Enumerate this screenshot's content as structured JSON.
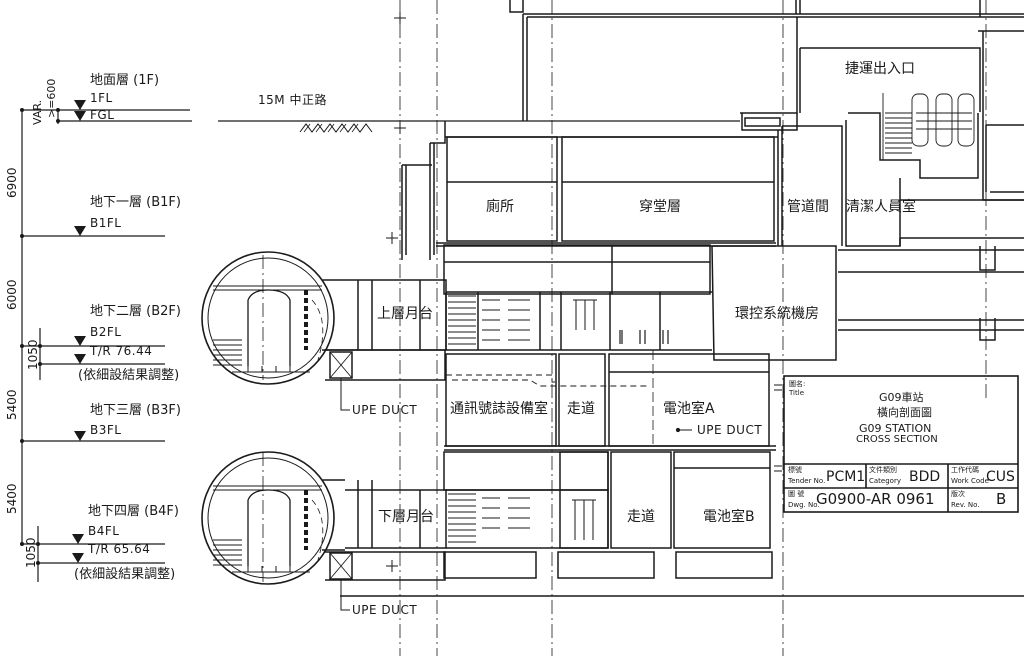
{
  "drawing": {
    "colors": {
      "ink": "#1a1a1a",
      "paper": "#ffffff"
    },
    "street_label": "15M 中正路",
    "levels": [
      {
        "name": "地面層 (1F)",
        "markers": [
          "1FL",
          "FGL"
        ]
      },
      {
        "name": "地下一層 (B1F)",
        "markers": [
          "B1FL"
        ]
      },
      {
        "name": "地下二層 (B2F)",
        "markers": [
          "B2FL",
          "T/R 76.44"
        ],
        "note": "(依細設結果調整)"
      },
      {
        "name": "地下三層 (B3F)",
        "markers": [
          "B3FL"
        ]
      },
      {
        "name": "地下四層 (B4F)",
        "markers": [
          "B4FL",
          "T/R 65.64"
        ],
        "note": "(依細設結果調整)"
      }
    ],
    "dimensions": {
      "var": "VAR.",
      "var_min": ">=600",
      "d1": "6900",
      "d2": "6000",
      "d3": "5400",
      "d4": "5400",
      "d5": "1050",
      "d6": "1050"
    },
    "rooms": {
      "entrance": "捷運出入口",
      "toilet": "廁所",
      "concourse": "穿堂層",
      "pipe_shaft": "管道間",
      "cleaning_room": "清潔人員室",
      "upper_platform": "上層月台",
      "ecs_room": "環控系統機房",
      "signal_room": "通訊號誌設備室",
      "corridor_1": "走道",
      "battery_a": "電池室A",
      "lower_platform": "下層月台",
      "corridor_2": "走道",
      "battery_b": "電池室B"
    },
    "duct_labels": [
      "UPE DUCT",
      "UPE DUCT",
      "UPE DUCT"
    ],
    "title_block": {
      "title_cn_label": "圖名:",
      "title_en_label": "Title",
      "title_line1": "G09車站",
      "title_line2": "橫向剖面圖",
      "title_line3": "G09 STATION",
      "title_line4": "CROSS SECTION",
      "tender_cn": "標號",
      "tender_en": "Tender No.",
      "tender_value": "PCM1",
      "category_cn": "文件類別",
      "category_en": "Category",
      "category_value": "BDD",
      "workcode_cn": "工作代碼",
      "workcode_en": "Work Code",
      "workcode_value": "CUS",
      "dwg_cn": "圖 號",
      "dwg_en": "Dwg. No.",
      "dwg_value": "G0900-AR 0961",
      "rev_cn": "版次",
      "rev_en": "Rev. No.",
      "rev_value": "B"
    }
  }
}
